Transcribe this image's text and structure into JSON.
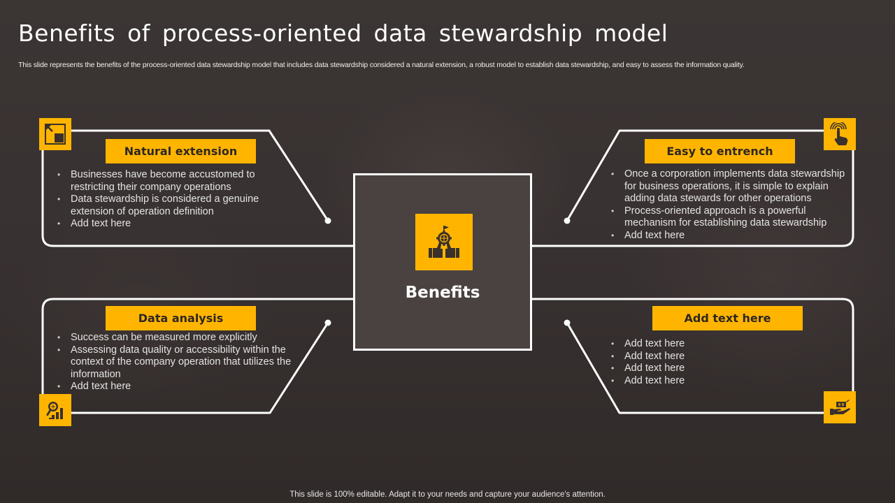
{
  "slide": {
    "title": "Benefits of process-oriented data stewardship model",
    "subtitle": "This slide represents the benefits of the process-oriented data stewardship model that includes data stewardship considered a natural extension, a robust model to establish data stewardship, and easy to assess the information quality.",
    "footer": "This slide is 100% editable. Adapt it to your needs and capture your audience's attention."
  },
  "center": {
    "label": "Benefits",
    "icon": "thumbs-up-gear-globe-icon"
  },
  "panels": [
    {
      "position": "top-left",
      "heading": "Natural extension",
      "icon": "resize-arrow-icon",
      "bullets": [
        "Businesses have become accustomed to restricting their company operations",
        "Data stewardship is considered a genuine extension of operation definition",
        "Add text here"
      ]
    },
    {
      "position": "top-right",
      "heading": "Easy to entrench",
      "icon": "hand-tap-icon",
      "bullets": [
        "Once a corporation implements data stewardship for business operations, it is simple to explain adding data stewards for other operations",
        "Process-oriented approach is a powerful mechanism for establishing data stewardship",
        "Add text here"
      ]
    },
    {
      "position": "bottom-left",
      "heading": "Data analysis",
      "icon": "magnifier-chart-icon",
      "bullets": [
        "Success can be measured more explicitly",
        "Assessing data quality  or accessibility within the context of the company operation that utilizes the information",
        "Add text here"
      ]
    },
    {
      "position": "bottom-right",
      "heading": "Add text here",
      "icon": "hand-money-icon",
      "bullets": [
        "Add text here",
        "Add text here",
        "Add text here",
        "Add text here"
      ]
    }
  ],
  "colors": {
    "accent": "#ffb500",
    "background": "#3a3332",
    "center_fill": "#4a4240",
    "line": "#ffffff",
    "heading_text": "#2e2622"
  }
}
